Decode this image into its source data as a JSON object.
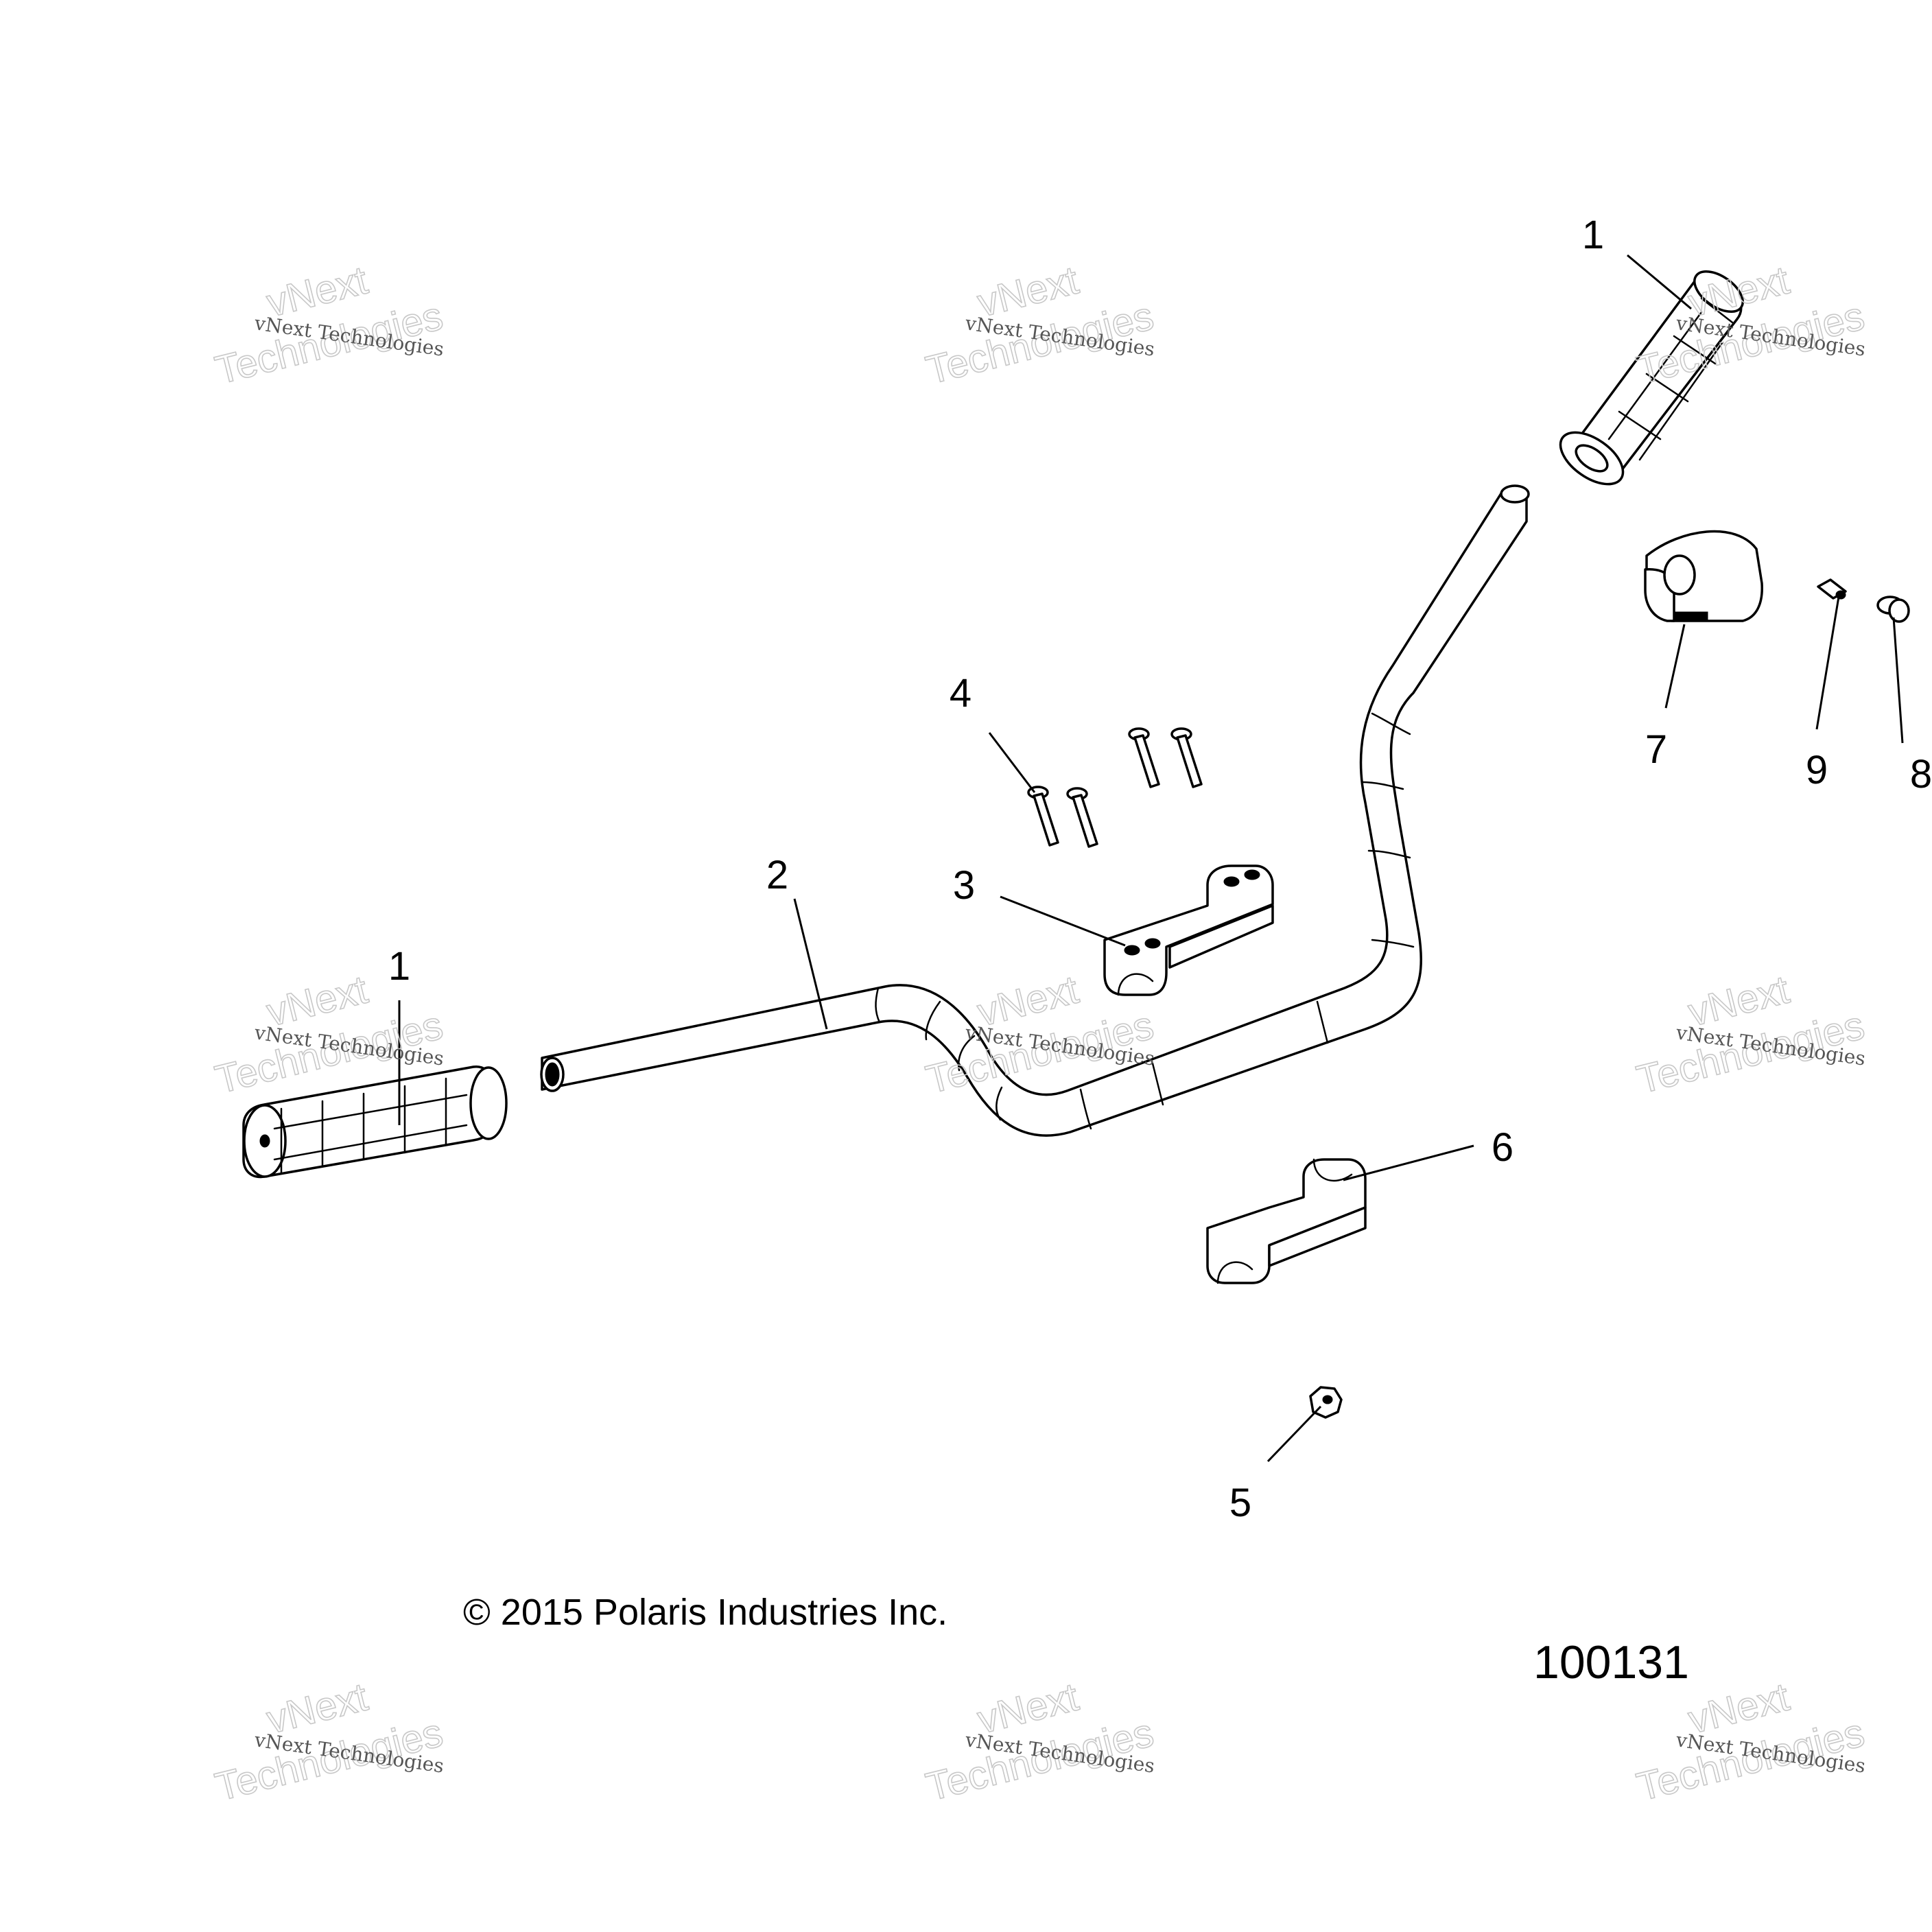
{
  "diagram": {
    "callouts": {
      "grip_right": "1",
      "grip_left": "1",
      "handlebar": "2",
      "upper_clamp": "3",
      "bolts": "4",
      "nut": "5",
      "lower_clamp": "6",
      "throttle_housing": "7",
      "plug": "8",
      "set_screw": "9"
    },
    "copyright": "© 2015 Polaris Industries Inc.",
    "reference_number": "100131",
    "watermark": {
      "line1": "vNext Technologies",
      "line2": "vNext",
      "line3": "Technologies"
    }
  }
}
